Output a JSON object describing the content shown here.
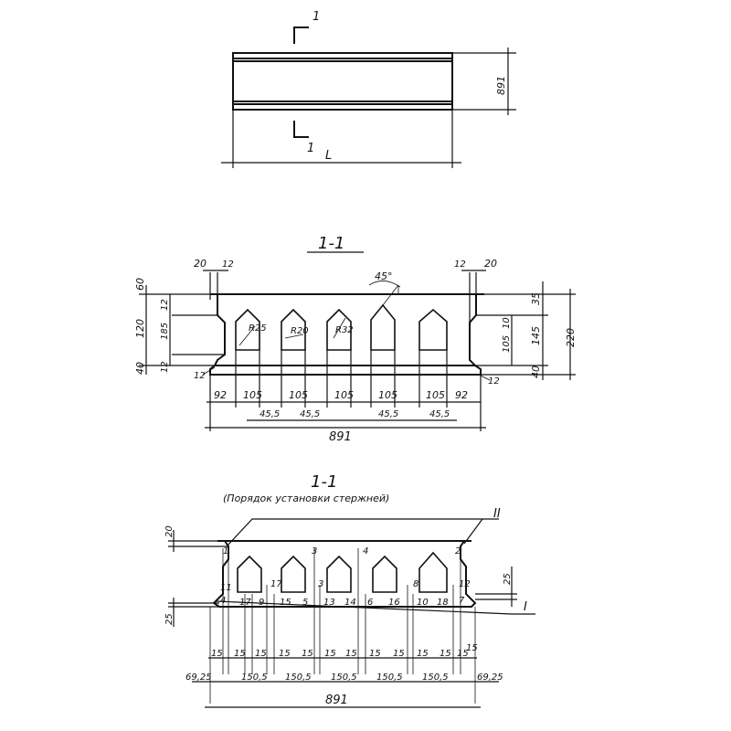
{
  "plan": {
    "section_mark_top": "1",
    "section_mark_bottom": "1",
    "length_label": "L",
    "width_label": "891"
  },
  "section1": {
    "title": "1-1",
    "left_top": [
      "20",
      "12"
    ],
    "right_top": [
      "12",
      "20"
    ],
    "angle": "45°",
    "left_dims": [
      "60",
      "120",
      "40"
    ],
    "left_inner": [
      "12",
      "185",
      "12"
    ],
    "left_bottom": "12",
    "right_dims": [
      "35",
      "145",
      "40"
    ],
    "right_inner": [
      "10",
      "105"
    ],
    "right_bottom": "12",
    "overall_height": "220",
    "radii": [
      "R25",
      "R20",
      "R32"
    ],
    "bottom_spacing": [
      "92",
      "105",
      "105",
      "105",
      "105",
      "105",
      "92"
    ],
    "rib_widths": [
      "45,5",
      "45,5",
      "45,5",
      "45,5"
    ],
    "total_width": "891"
  },
  "section2": {
    "title": "1-1",
    "subtitle": "(Порядок установки стержней)",
    "top_dim": "20",
    "bottom_dim": "25",
    "right_dim": "25",
    "marker_top": "II",
    "marker_bottom": "I",
    "top_numbers": [
      "1",
      "3",
      "4",
      "2"
    ],
    "mid_numbers": [
      "11",
      "17",
      "3",
      "8",
      "12"
    ],
    "bottom_numbers": [
      "4",
      "17",
      "9",
      "15",
      "5",
      "13",
      "14",
      "6",
      "16",
      "10",
      "18",
      "7"
    ],
    "small_spacing": [
      "15",
      "15",
      "15",
      "15",
      "15",
      "15",
      "15",
      "15",
      "15",
      "15",
      "15",
      "15",
      "15"
    ],
    "main_spacing": [
      "69,25",
      "150,5",
      "150,5",
      "150,5",
      "150,5",
      "150,5",
      "69,25"
    ],
    "total_width": "891"
  }
}
